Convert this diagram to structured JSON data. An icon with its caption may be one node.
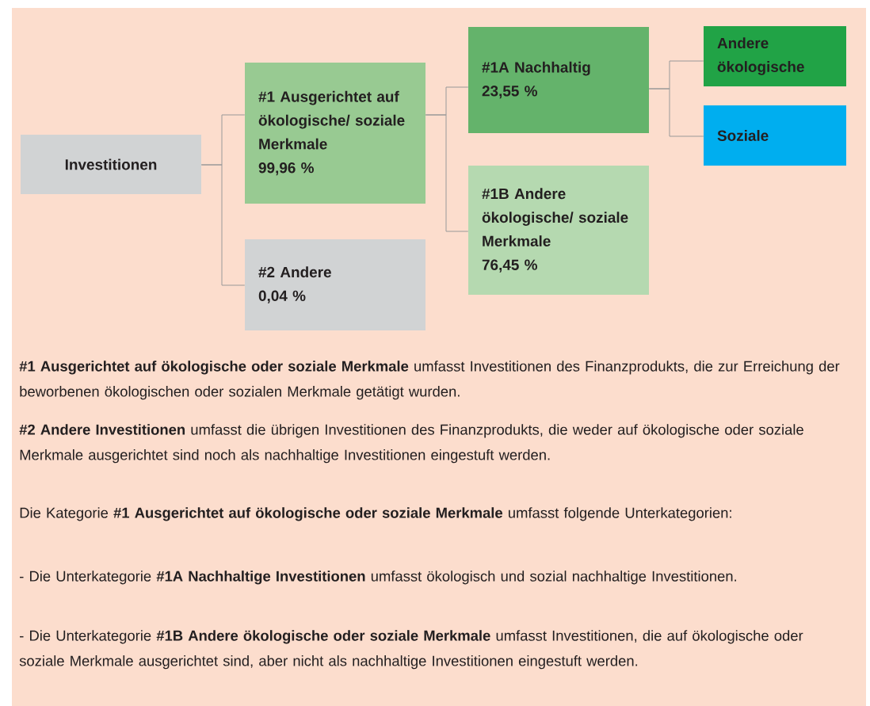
{
  "diagram": {
    "nodes": [
      {
        "text": [
          "Investitionen"
        ]
      },
      {
        "text": [
          "#1 Ausgerichtet auf ökologische/ soziale Merkmale",
          "99,96 %"
        ]
      },
      {
        "text": [
          "#2 Andere",
          "0,04 %"
        ]
      },
      {
        "text": [
          "#1A Nachhaltig",
          "23,55 %"
        ]
      },
      {
        "text": [
          "#1B Andere ökologische/ soziale Merkmale",
          "76,45 %"
        ]
      },
      {
        "text": [
          "Andere ökologische"
        ]
      },
      {
        "text": [
          "Soziale"
        ]
      }
    ],
    "edges": [
      {
        "from": 0,
        "to": 1,
        "arrow": "none"
      },
      {
        "from": 0,
        "to": 2,
        "arrow": "none"
      },
      {
        "from": 1,
        "to": 3,
        "arrow": "none"
      },
      {
        "from": 1,
        "to": 4,
        "arrow": "none"
      },
      {
        "from": 3,
        "to": 5,
        "arrow": "none"
      },
      {
        "from": 3,
        "to": 6,
        "arrow": "none"
      }
    ],
    "labels": [
      "**#1 Ausgerichtet auf ökologische oder soziale Merkmale** umfasst Investitionen des Finanzprodukts, die zur Erreichung der beworbenen ökologischen oder sozialen Merkmale getätigt wurden.",
      "**#2 Andere Investitionen** umfasst die übrigen Investitionen des Finanzprodukts, die weder auf ökologische oder soziale Merkmale ausgerichtet sind noch als nachhaltige Investitionen eingestuft werden.",
      "Die Kategorie **#1 Ausgerichtet auf ökologische oder soziale Merkmale** umfasst folgende Unterkategorien:",
      "- Die Unterkategorie **#1A Nachhaltige Investitionen** umfasst ökologisch und sozial nachhaltige Investitionen.",
      "- Die Unterkategorie **#1B Andere ökologische oder soziale Merkmale** umfasst Investitionen, die auf ökologische oder soziale Merkmale ausgerichtet sind, aber nicht als nachhaltige Investitionen eingestuft werden."
    ]
  }
}
